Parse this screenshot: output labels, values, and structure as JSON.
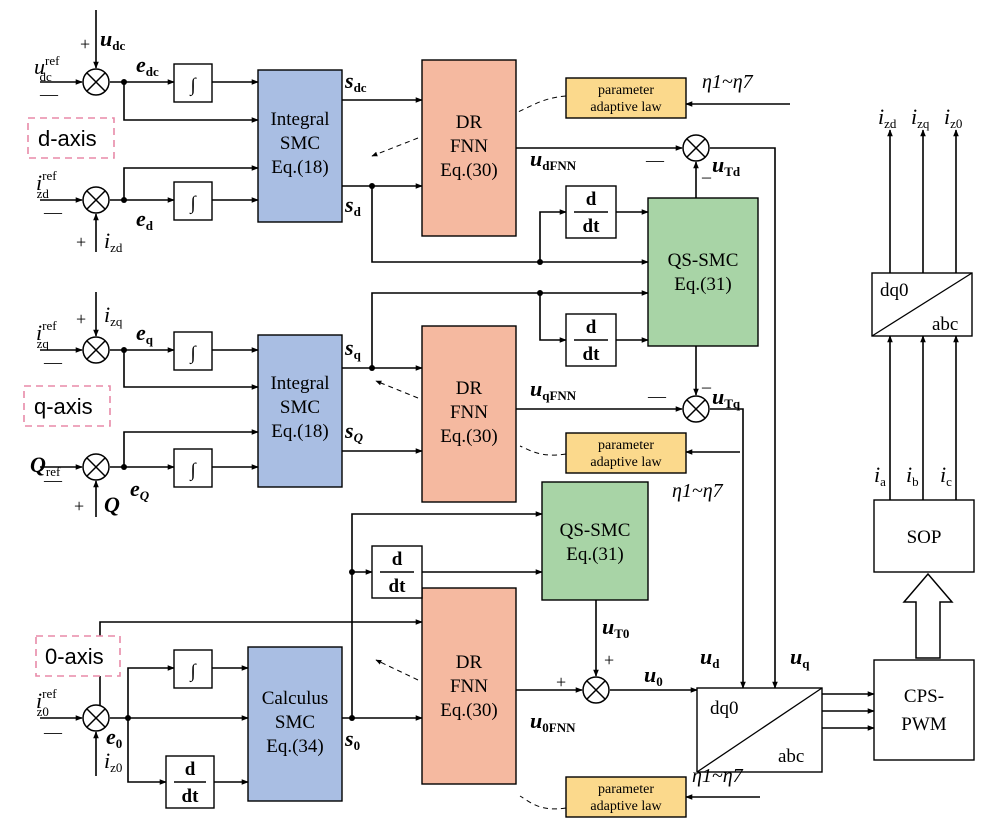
{
  "colors": {
    "integral_smc": "#a9bee3",
    "dr_fnn": "#f5b9a0",
    "qs_smc": "#a8d4a6",
    "parameter_law": "#fbd98c",
    "axis_border": "#e88aa8",
    "line": "#000000"
  },
  "axes": {
    "d": "d-axis",
    "q": "q-axis",
    "zero": "0-axis"
  },
  "blocks": {
    "integral_smc_d": [
      "Integral",
      "SMC",
      "Eq.(18)"
    ],
    "integral_smc_q": [
      "Integral",
      "SMC",
      "Eq.(18)"
    ],
    "calculus_smc": [
      "Calculus",
      "SMC",
      "Eq.(34)"
    ],
    "dr_fnn_d": [
      "DR",
      "FNN",
      "Eq.(30)"
    ],
    "dr_fnn_q": [
      "DR",
      "FNN",
      "Eq.(30)"
    ],
    "dr_fnn_0": [
      "DR",
      "FNN",
      "Eq.(30)"
    ],
    "qs_smc_dq": [
      "QS-SMC",
      "Eq.(31)"
    ],
    "qs_smc_0": [
      "QS-SMC",
      "Eq.(31)"
    ],
    "parameter_law": [
      "parameter",
      "adaptive law"
    ],
    "integrator": "∫",
    "deriv_num": "d",
    "deriv_den": "dt",
    "dq0_top": "dq0",
    "abc_top": "abc",
    "dq0_bottom": "dq0",
    "abc_bottom": "abc",
    "sop": "SOP",
    "cps_pwm": [
      "CPS-",
      "PWM"
    ]
  },
  "signals": {
    "u_dc_ref": "u",
    "u_dc_ref_sup": "ref",
    "u_dc_ref_sub": "dc",
    "u_dc": "u",
    "u_dc_sub": "dc",
    "e_dc": "e",
    "e_dc_sub": "dc",
    "s_dc": "s",
    "s_dc_sub": "dc",
    "i_zd_ref": "i",
    "i_zd_ref_sup": "ref",
    "i_zd_ref_sub": "zd",
    "i_zd": "i",
    "i_zd_sub": "zd",
    "e_d": "e",
    "e_d_sub": "d",
    "s_d": "s",
    "s_d_sub": "d",
    "u_dFNN": "u",
    "u_dFNN_sub": "dFNN",
    "u_Td": "u",
    "u_Td_sub": "Td",
    "i_zq_ref": "i",
    "i_zq_ref_sup": "ref",
    "i_zq_ref_sub": "zq",
    "i_zq": "i",
    "i_zq_sub": "zq",
    "e_q": "e",
    "e_q_sub": "q",
    "s_q": "s",
    "s_q_sub": "q",
    "u_qFNN": "u",
    "u_qFNN_sub": "qFNN",
    "u_Tq": "u",
    "u_Tq_sub": "Tq",
    "Q_ref": "Q",
    "Q_ref_sub": "ref",
    "Q": "Q",
    "e_Q": "e",
    "e_Q_sub": "Q",
    "s_Q": "s",
    "s_Q_sub": "Q",
    "i_z0_ref": "i",
    "i_z0_ref_sup": "ref",
    "i_z0_ref_sub": "z0",
    "i_z0": "i",
    "i_z0_sub": "z0",
    "e_0": "e",
    "e_0_sub": "0",
    "s_0": "s",
    "s_0_sub": "0",
    "u_T0": "u",
    "u_T0_sub": "T0",
    "u_0FNN": "u",
    "u_0FNN_sub": "0FNN",
    "u_0": "u",
    "u_0_sub": "0",
    "u_d": "u",
    "u_d_sub": "d",
    "u_q": "u",
    "u_q_sub": "q",
    "eta_range": "η1~η7",
    "out_i_zd": "i",
    "out_i_zd_sub": "zd",
    "out_i_zq": "i",
    "out_i_zq_sub": "zq",
    "out_i_z0": "i",
    "out_i_z0_sub": "z0",
    "i_a": "i",
    "i_a_sub": "a",
    "i_b": "i",
    "i_b_sub": "b",
    "i_c": "i",
    "i_c_sub": "c"
  },
  "signs": {
    "plus": "+",
    "minus": "—",
    "minus_short": "_"
  }
}
